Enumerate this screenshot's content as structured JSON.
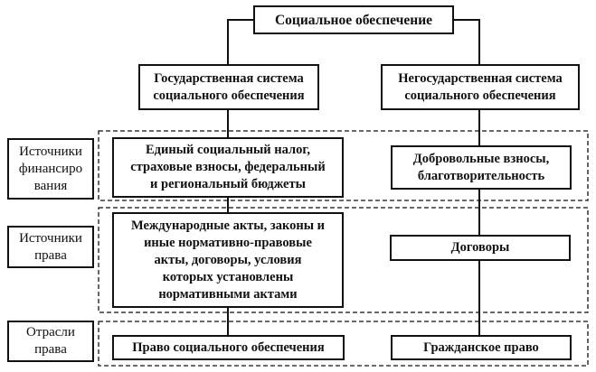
{
  "diagram": {
    "root": {
      "label": "Социальное обеспечение"
    },
    "columns": [
      {
        "id": "state",
        "label": "Государственная система\nсоциального обеспечения"
      },
      {
        "id": "nonstate",
        "label": "Негосударственная система\nсоциального обеспечения"
      }
    ],
    "rows": [
      {
        "id": "financing",
        "label": "Источники\nфинансиро\nвания",
        "state": "Единый социальный налог,\nстраховые взносы, федеральный\nи региональный  бюджеты",
        "nonstate": "Добровольные взносы,\nблаготворительность"
      },
      {
        "id": "law-sources",
        "label": "Источники\nправа",
        "state": "Международные акты, законы и\nиные нормативно-правовые\nакты, договоры, условия\nкоторых установлены\nнормативными актами",
        "nonstate": "Договоры"
      },
      {
        "id": "law-branches",
        "label": "Отрасли\nправа",
        "state": "Право социального обеспечения",
        "nonstate": "Гражданское право"
      }
    ],
    "colors": {
      "line": "#111111",
      "background": "#ffffff"
    }
  }
}
